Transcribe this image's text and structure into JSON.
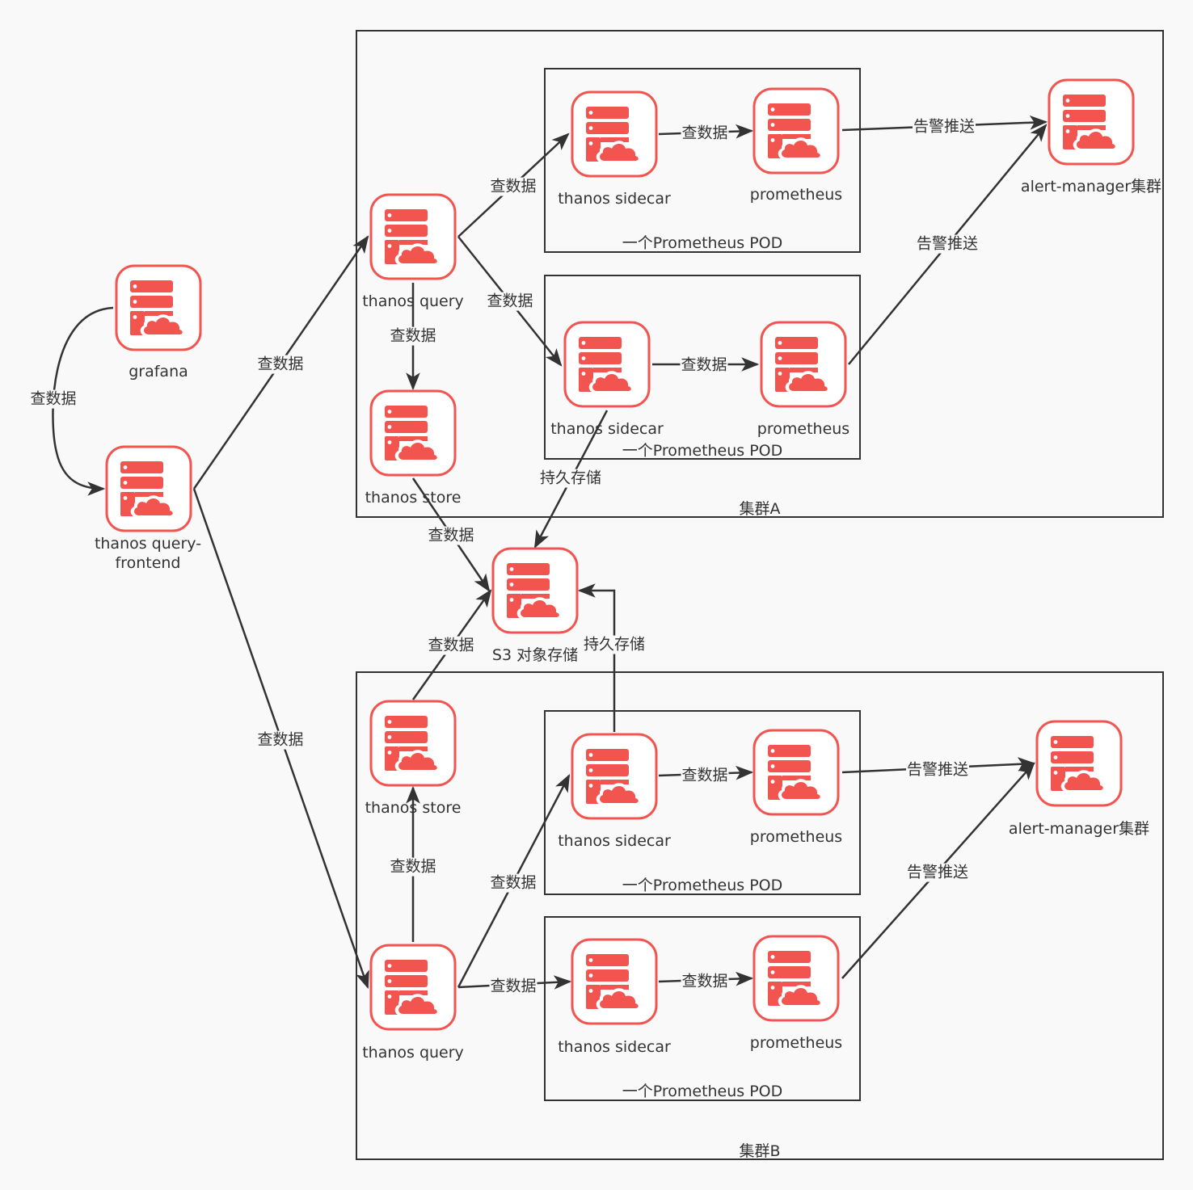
{
  "clusters": {
    "a": {
      "label": "集群A"
    },
    "b": {
      "label": "集群B"
    }
  },
  "pods": {
    "a1": {
      "label": "一个Prometheus POD"
    },
    "a2": {
      "label": "一个Prometheus POD"
    },
    "b1": {
      "label": "一个Prometheus POD"
    },
    "b2": {
      "label": "一个Prometheus POD"
    }
  },
  "nodes": {
    "grafana": {
      "label": "grafana",
      "icon": "server-cloud-icon"
    },
    "frontend": {
      "label": "thanos query-\nfrontend",
      "icon": "server-cloud-icon"
    },
    "query_a": {
      "label": "thanos query",
      "icon": "server-cloud-icon"
    },
    "store_a": {
      "label": "thanos store",
      "icon": "server-cloud-icon"
    },
    "sidecar_a1": {
      "label": "thanos sidecar",
      "icon": "server-cloud-icon"
    },
    "prom_a1": {
      "label": "prometheus",
      "icon": "server-cloud-icon"
    },
    "sidecar_a2": {
      "label": "thanos sidecar",
      "icon": "server-cloud-icon"
    },
    "prom_a2": {
      "label": "prometheus",
      "icon": "server-cloud-icon"
    },
    "alert_a": {
      "label": "alert-manager集群",
      "icon": "server-cloud-icon"
    },
    "s3": {
      "label": "S3 对象存储",
      "icon": "server-cloud-icon"
    },
    "store_b": {
      "label": "thanos store",
      "icon": "server-cloud-icon"
    },
    "query_b": {
      "label": "thanos query",
      "icon": "server-cloud-icon"
    },
    "sidecar_b1": {
      "label": "thanos sidecar",
      "icon": "server-cloud-icon"
    },
    "prom_b1": {
      "label": "prometheus",
      "icon": "server-cloud-icon"
    },
    "sidecar_b2": {
      "label": "thanos sidecar",
      "icon": "server-cloud-icon"
    },
    "prom_b2": {
      "label": "prometheus",
      "icon": "server-cloud-icon"
    },
    "alert_b": {
      "label": "alert-manager集群",
      "icon": "server-cloud-icon"
    }
  },
  "edges": {
    "grafana_frontend": "查数据",
    "frontend_query_a": "查数据",
    "frontend_query_b": "查数据",
    "query_a_sidecar_a1": "查数据",
    "query_a_sidecar_a2": "查数据",
    "query_a_store_a": "查数据",
    "sidecar_a1_prom_a1": "查数据",
    "sidecar_a2_prom_a2": "查数据",
    "prom_a1_alert_a": "告警推送",
    "prom_a2_alert_a": "告警推送",
    "store_a_s3": "查数据",
    "sidecar_a2_s3": "持久存储",
    "store_b_s3": "查数据",
    "sidecar_b1_s3": "持久存储",
    "query_b_store_b": "查数据",
    "query_b_sidecar_b1": "查数据",
    "query_b_sidecar_b2": "查数据",
    "sidecar_b1_prom_b1": "查数据",
    "sidecar_b2_prom_b2": "查数据",
    "prom_b1_alert_b": "告警推送",
    "prom_b2_alert_b": "告警推送"
  },
  "colors": {
    "icon_fill": "#f25450",
    "icon_border": "#f25450",
    "icon_bg": "#ffffff",
    "line": "#333333"
  }
}
